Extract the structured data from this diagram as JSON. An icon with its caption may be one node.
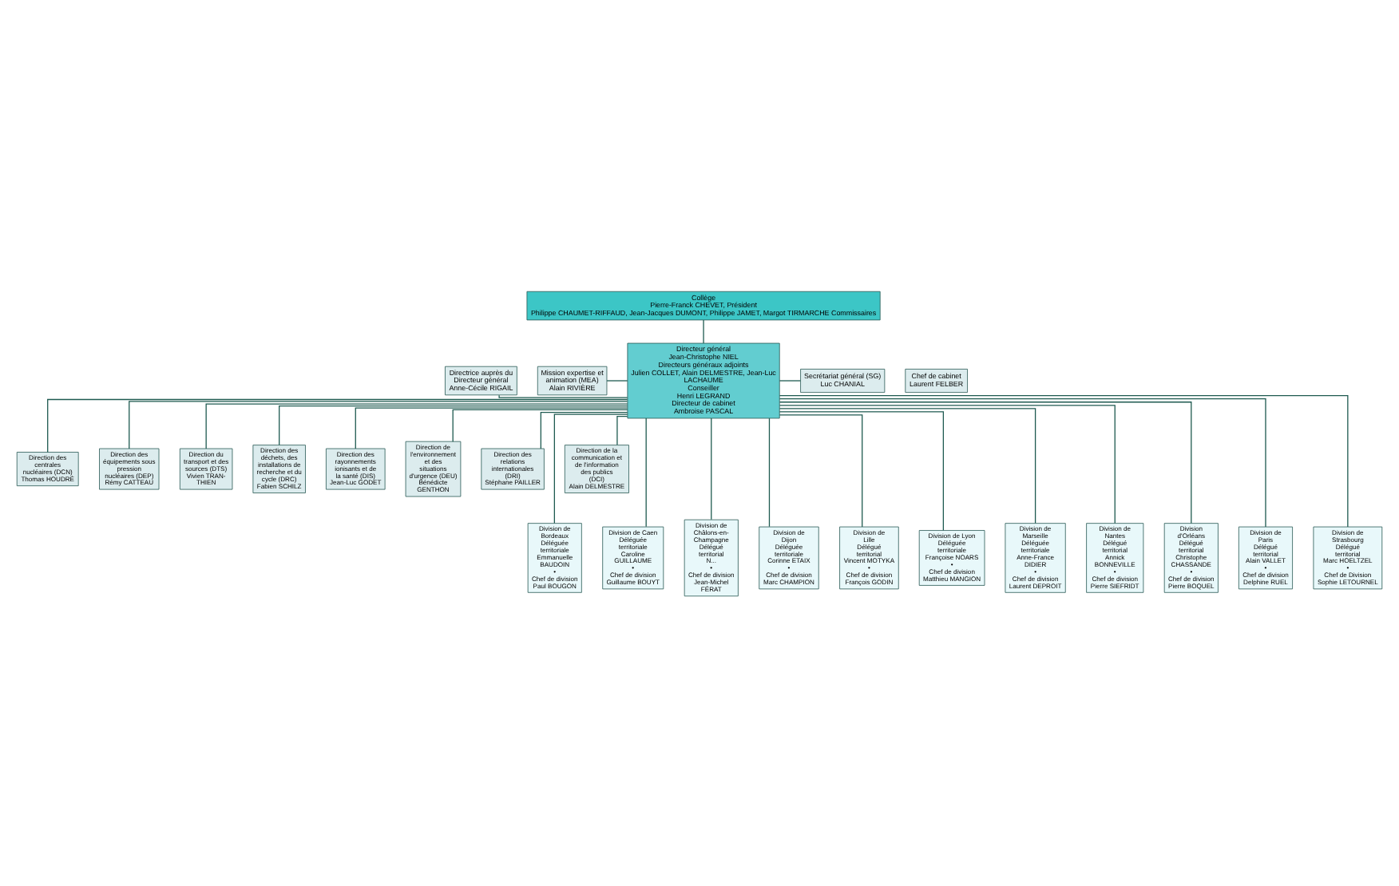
{
  "diagram": {
    "nodes": [
      {
        "text": [
          "Collège",
          "Pierre-Franck CHEVET, Président",
          "Philippe CHAUMET-RIFFAUD, Jean-Jacques DUMONT, Philippe JAMET, Margot TIRMARCHE Commissaires"
        ]
      },
      {
        "text": [
          "Chef de cabinet",
          "Laurent FELBER"
        ]
      },
      {
        "text": [
          "Directrice auprès du Directeur général",
          "Anne-Cécile RIGAIL"
        ]
      },
      {
        "text": [
          "Mission expertise et animation (MEA)",
          "Alain RIVIÈRE"
        ]
      },
      {
        "text": [
          "Directeur général",
          "Jean-Christophe NIEL",
          "Directeurs généraux adjoints",
          "Julien COLLET, Alain DELMESTRE, Jean-Luc LACHAUME",
          "Conseiller",
          "Henri LEGRAND",
          "Directeur de cabinet",
          "Ambroise PASCAL"
        ]
      },
      {
        "text": [
          "Secrétariat général (SG)",
          "Luc CHANIAL"
        ]
      },
      {
        "text": [
          "Direction des centrales nucléaires (DCN)",
          "Thomas HOUDRÉ"
        ]
      },
      {
        "text": [
          "Direction des équipements sous pression nucléaires (DEP)",
          "Rémy CATTEAU"
        ]
      },
      {
        "text": [
          "Direction du transport et des sources (DTS)",
          "Vivien TRAN-THIEN"
        ]
      },
      {
        "text": [
          "Direction des déchets, des installations de recherche et du cycle (DRC)",
          "Fabien SCHILZ"
        ]
      },
      {
        "text": [
          "Direction des rayonnements ionisants et de la santé (DIS)",
          "Jean-Luc GODET"
        ]
      },
      {
        "text": [
          "Direction de l'environnement et des situations d'urgence (DEU)",
          "Bénédicte GENTHON"
        ]
      },
      {
        "text": [
          "Direction des relations internationales (DRI)",
          "Stéphane PAILLER"
        ]
      },
      {
        "text": [
          "Direction de la communication et de l'information des publics (DCI)",
          "Alain DELMESTRE"
        ]
      },
      {
        "text": [
          "Division de Bordeaux",
          "Déléguée territoriale",
          "Emmanuelle BAUDOIN",
          "•",
          "Chef de division",
          "Paul BOUGON"
        ]
      },
      {
        "text": [
          "Division de Caen",
          "Déléguée territoriale",
          "Caroline GUILLAUME",
          "•",
          "Chef de division",
          "Guillaume BOUYT"
        ]
      },
      {
        "text": [
          "Division de Châlons-en-Champagne",
          "Délégué territorial",
          "N...",
          "•",
          "Chef de division",
          "Jean-Michel FÉRAT"
        ]
      },
      {
        "text": [
          "Division de Dijon",
          "Déléguée territoriale",
          "Corinne ETAIX",
          "•",
          "Chef de division",
          "Marc CHAMPION"
        ]
      },
      {
        "text": [
          "Division de Lille",
          "Délégué territorial",
          "Vincent MOTYKA",
          "•",
          "Chef de division",
          "François GODIN"
        ]
      },
      {
        "text": [
          "Division de Lyon",
          "Déléguée territoriale",
          "Françoise NOARS",
          "•",
          "Chef de division",
          "Matthieu MANGION"
        ]
      },
      {
        "text": [
          "Division de Marseille",
          "Déléguée territoriale",
          "Anne-France DIDIER",
          "•",
          "Chef de division",
          "Laurent DEPROIT"
        ]
      },
      {
        "text": [
          "Division de Nantes",
          "Délégué territorial",
          "Annick BONNEVILLE",
          "•",
          "Chef de division",
          "Pierre SIEFRIDT"
        ]
      },
      {
        "text": [
          "Division d'Orléans",
          "Délégué territorial",
          "Christophe CHASSANDE",
          "•",
          "Chef de division",
          "Pierre BOQUEL"
        ]
      },
      {
        "text": [
          "Division de Paris",
          "Délégué territorial",
          "Alain VALLET",
          "•",
          "Chef de division",
          "Delphine RUEL"
        ]
      },
      {
        "text": [
          "Division de Strasbourg",
          "Délégué territorial",
          "Marc HOELTZEL",
          "•",
          "Chef de Division",
          "Sophie LETOURNEL"
        ]
      }
    ],
    "edges": [
      {
        "from": 0,
        "to": 4,
        "arrow": "none"
      },
      {
        "from": 2,
        "to": 4,
        "arrow": "none"
      },
      {
        "from": 3,
        "to": 4,
        "arrow": "none"
      },
      {
        "from": 4,
        "to": 5,
        "arrow": "none"
      },
      {
        "from": 4,
        "to": 6,
        "arrow": "none"
      },
      {
        "from": 4,
        "to": 7,
        "arrow": "none"
      },
      {
        "from": 4,
        "to": 8,
        "arrow": "none"
      },
      {
        "from": 4,
        "to": 9,
        "arrow": "none"
      },
      {
        "from": 4,
        "to": 10,
        "arrow": "none"
      },
      {
        "from": 4,
        "to": 11,
        "arrow": "none"
      },
      {
        "from": 4,
        "to": 12,
        "arrow": "none"
      },
      {
        "from": 4,
        "to": 13,
        "arrow": "none"
      },
      {
        "from": 4,
        "to": 14,
        "arrow": "none"
      },
      {
        "from": 4,
        "to": 15,
        "arrow": "none"
      },
      {
        "from": 4,
        "to": 16,
        "arrow": "none"
      },
      {
        "from": 4,
        "to": 17,
        "arrow": "none"
      },
      {
        "from": 4,
        "to": 18,
        "arrow": "none"
      },
      {
        "from": 4,
        "to": 19,
        "arrow": "none"
      },
      {
        "from": 4,
        "to": 20,
        "arrow": "none"
      },
      {
        "from": 4,
        "to": 21,
        "arrow": "none"
      },
      {
        "from": 4,
        "to": 22,
        "arrow": "none"
      },
      {
        "from": 4,
        "to": 23,
        "arrow": "none"
      },
      {
        "from": 4,
        "to": 24,
        "arrow": "none"
      }
    ]
  }
}
